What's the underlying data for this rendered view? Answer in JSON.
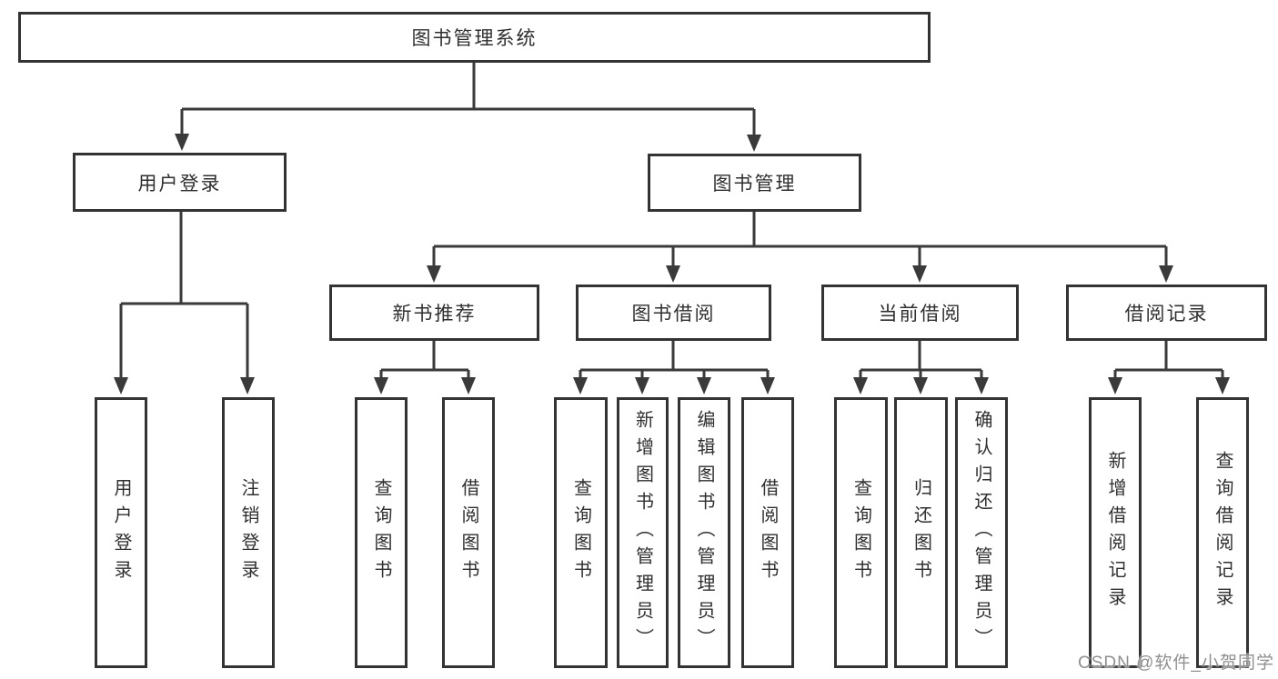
{
  "tree": {
    "root": {
      "label": "图书管理系统"
    },
    "branches": [
      {
        "label": "用户登录",
        "children": [
          {
            "label": "用户登录"
          },
          {
            "label": "注销登录"
          }
        ]
      },
      {
        "label": "图书管理",
        "groups": [
          {
            "label": "新书推荐",
            "children": [
              {
                "label": "查询图书"
              },
              {
                "label": "借阅图书"
              }
            ]
          },
          {
            "label": "图书借阅",
            "children": [
              {
                "label": "查询图书"
              },
              {
                "label": "新增图书（管理员）"
              },
              {
                "label": "编辑图书（管理员）"
              },
              {
                "label": "借阅图书"
              }
            ]
          },
          {
            "label": "当前借阅",
            "children": [
              {
                "label": "查询图书"
              },
              {
                "label": "归还图书"
              },
              {
                "label": "确认归还（管理员）"
              }
            ]
          },
          {
            "label": "借阅记录",
            "children": [
              {
                "label": "新增借阅记录"
              },
              {
                "label": "查询借阅记录"
              }
            ]
          }
        ]
      }
    ]
  },
  "watermark": {
    "text": "CSDN @软件_小贺同学"
  },
  "colors": {
    "line": "#3a3a3a",
    "box_border": "#333333",
    "text": "#2f2f2f",
    "watermark": "#8f8f8f",
    "background": "#ffffff"
  }
}
